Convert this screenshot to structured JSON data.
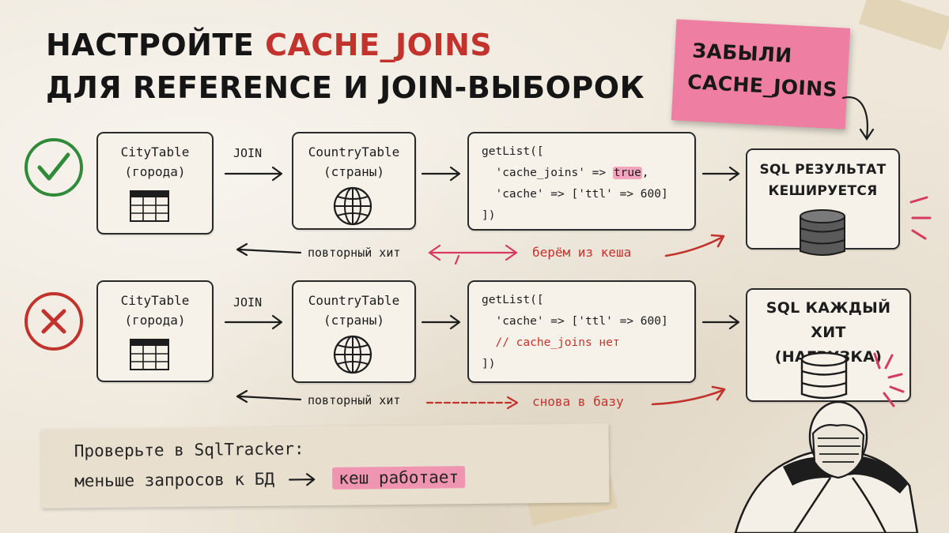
{
  "title": {
    "line1_prefix": "НАСТРОЙТЕ",
    "line1_highlight": "CACHE_JOINS",
    "line2": "ДЛЯ REFERENCE И JOIN-ВЫБОРОК"
  },
  "sticky_note": {
    "line1": "ЗАБЫЛИ",
    "line2": "CACHE_JOINS"
  },
  "row_good": {
    "status_icon": "checkmark-circle-icon",
    "city": {
      "name": "CityTable",
      "sub": "(города)"
    },
    "join_label": "JOIN",
    "country": {
      "name": "CountryTable",
      "sub": "(страны)"
    },
    "code": {
      "line1": "getList([",
      "line2_pre": "  'cache_joins' => ",
      "line2_hl": "true",
      "line2_post": ",",
      "line3": "  'cache' => ['ttl' => 600]",
      "line4": "])"
    },
    "result": {
      "line1": "SQL РЕЗУЛЬТАТ",
      "line2": "КЕШИРУЕТСЯ"
    },
    "repeat_hit": "повторный хит",
    "outcome": "берём из кеша"
  },
  "row_bad": {
    "status_icon": "cross-circle-icon",
    "city": {
      "name": "CityTable",
      "sub": "(города)"
    },
    "join_label": "JOIN",
    "country": {
      "name": "CountryTable",
      "sub": "(страны)"
    },
    "code": {
      "line1": "getList([",
      "line2": "  'cache' => ['ttl' => 600]",
      "line3": "  // cache_joins нет",
      "line4": "])"
    },
    "result": {
      "line1": "SQL КАЖДЫЙ ХИТ",
      "line2": "(НАГРУЗКА)"
    },
    "repeat_hit": "повторный хит",
    "outcome": "снова в базу"
  },
  "bottom_note": {
    "line1": "Проверьте в SqlTracker:",
    "line2_prefix": "меньше запросов к БД",
    "line2_highlight": "кеш работает"
  },
  "colors": {
    "accent_red": "#c2332d",
    "check_green": "#2f8a3a",
    "pink": "#ee7fa3"
  }
}
